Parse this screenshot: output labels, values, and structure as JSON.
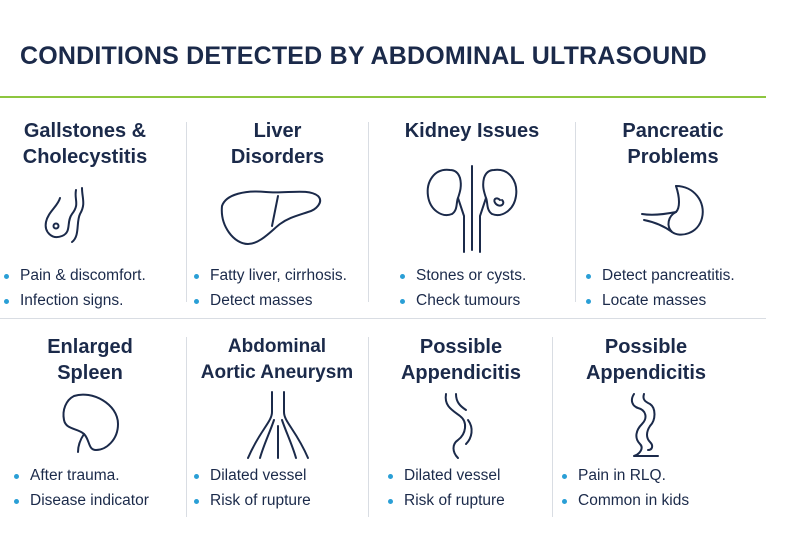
{
  "header": {
    "title": "CONDITIONS DETECTED BY ABDOMINAL ULTRASOUND"
  },
  "colors": {
    "accent_rule": "#8dc63f",
    "bullet": "#2a9fd6",
    "text": "#1b2a4a"
  },
  "panels": [
    {
      "title_lines": [
        "Gallstones &",
        "Cholecystitis"
      ],
      "icon": "gallbladder-icon",
      "bullets": [
        "Pain & discomfort.",
        "Infection signs."
      ]
    },
    {
      "title_lines": [
        "Liver",
        "Disorders"
      ],
      "icon": "liver-icon",
      "bullets": [
        "Fatty liver, cirrhosis.",
        "Detect masses"
      ]
    },
    {
      "title_lines": [
        "Kidney Issues"
      ],
      "icon": "kidneys-icon",
      "bullets": [
        "Stones or cysts.",
        "Check tumours"
      ]
    },
    {
      "title_lines": [
        "Pancreatic",
        "Problems"
      ],
      "icon": "pancreas-icon",
      "bullets": [
        "Detect pancreatitis.",
        "Locate masses"
      ]
    },
    {
      "title_lines": [
        "Enlarged",
        "Spleen"
      ],
      "icon": "spleen-icon",
      "bullets": [
        "After trauma.",
        "Disease indicator"
      ]
    },
    {
      "title_lines": [
        "Abdominal",
        "Aortic Aneurysm"
      ],
      "icon": "aorta-icon",
      "bullets": [
        "Dilated vessel",
        "Risk of rupture"
      ]
    },
    {
      "title_lines": [
        "Possible",
        "Appendicitis"
      ],
      "icon": "appendix-icon",
      "bullets": [
        "Dilated vessel",
        "Risk of rupture"
      ]
    },
    {
      "title_lines": [
        "Possible",
        "Appendicitis"
      ],
      "icon": "intestine-icon",
      "bullets": [
        "Pain in RLQ.",
        "Common in kids"
      ]
    }
  ]
}
